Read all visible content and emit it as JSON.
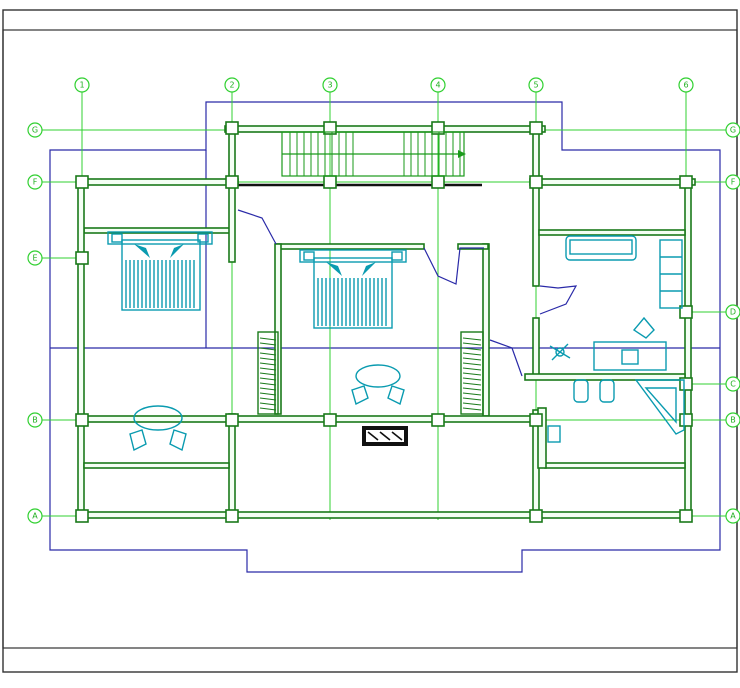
{
  "drawing": {
    "grid_axes_vertical": [
      "1",
      "2",
      "3",
      "4",
      "5",
      "6"
    ],
    "grid_axes_horizontal": [
      "G",
      "F",
      "E",
      "D",
      "C",
      "B",
      "A"
    ],
    "colors": {
      "grid": "#30d030",
      "walls": "#1a7a1a",
      "outline": "#2a2aa8",
      "furniture": "#0a9bb0",
      "frame": "#333333"
    },
    "icons": [
      "bed-icon",
      "table-chairs-icon",
      "sofa-icon",
      "armchair-icon",
      "bathtub-icon",
      "toilet-icon",
      "staircase-icon",
      "fireplace-icon",
      "wardrobe-icon"
    ]
  }
}
